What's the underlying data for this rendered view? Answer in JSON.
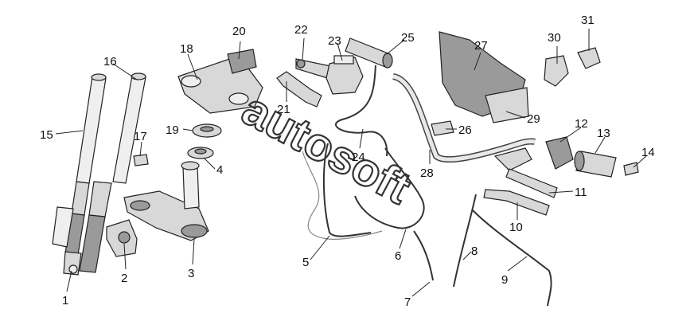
{
  "watermark": "autosoft",
  "callouts": [
    {
      "n": "1",
      "label": "1"
    },
    {
      "n": "2",
      "label": "2"
    },
    {
      "n": "3",
      "label": "3"
    },
    {
      "n": "4",
      "label": "4"
    },
    {
      "n": "5",
      "label": "5"
    },
    {
      "n": "6",
      "label": "6"
    },
    {
      "n": "7",
      "label": "7"
    },
    {
      "n": "8",
      "label": "8"
    },
    {
      "n": "9",
      "label": "9"
    },
    {
      "n": "10",
      "label": "10"
    },
    {
      "n": "11",
      "label": "11"
    },
    {
      "n": "12",
      "label": "12"
    },
    {
      "n": "13",
      "label": "13"
    },
    {
      "n": "14",
      "label": "14"
    },
    {
      "n": "15",
      "label": "15"
    },
    {
      "n": "16",
      "label": "16"
    },
    {
      "n": "17",
      "label": "17"
    },
    {
      "n": "18",
      "label": "18"
    },
    {
      "n": "19",
      "label": "19"
    },
    {
      "n": "20",
      "label": "20"
    },
    {
      "n": "21",
      "label": "21"
    },
    {
      "n": "22",
      "label": "22"
    },
    {
      "n": "23",
      "label": "23"
    },
    {
      "n": "24",
      "label": "24"
    },
    {
      "n": "25",
      "label": "25"
    },
    {
      "n": "26",
      "label": "26"
    },
    {
      "n": "27",
      "label": "27"
    },
    {
      "n": "28",
      "label": "28"
    },
    {
      "n": "29",
      "label": "29"
    },
    {
      "n": "30",
      "label": "30"
    },
    {
      "n": "31",
      "label": "31"
    }
  ]
}
